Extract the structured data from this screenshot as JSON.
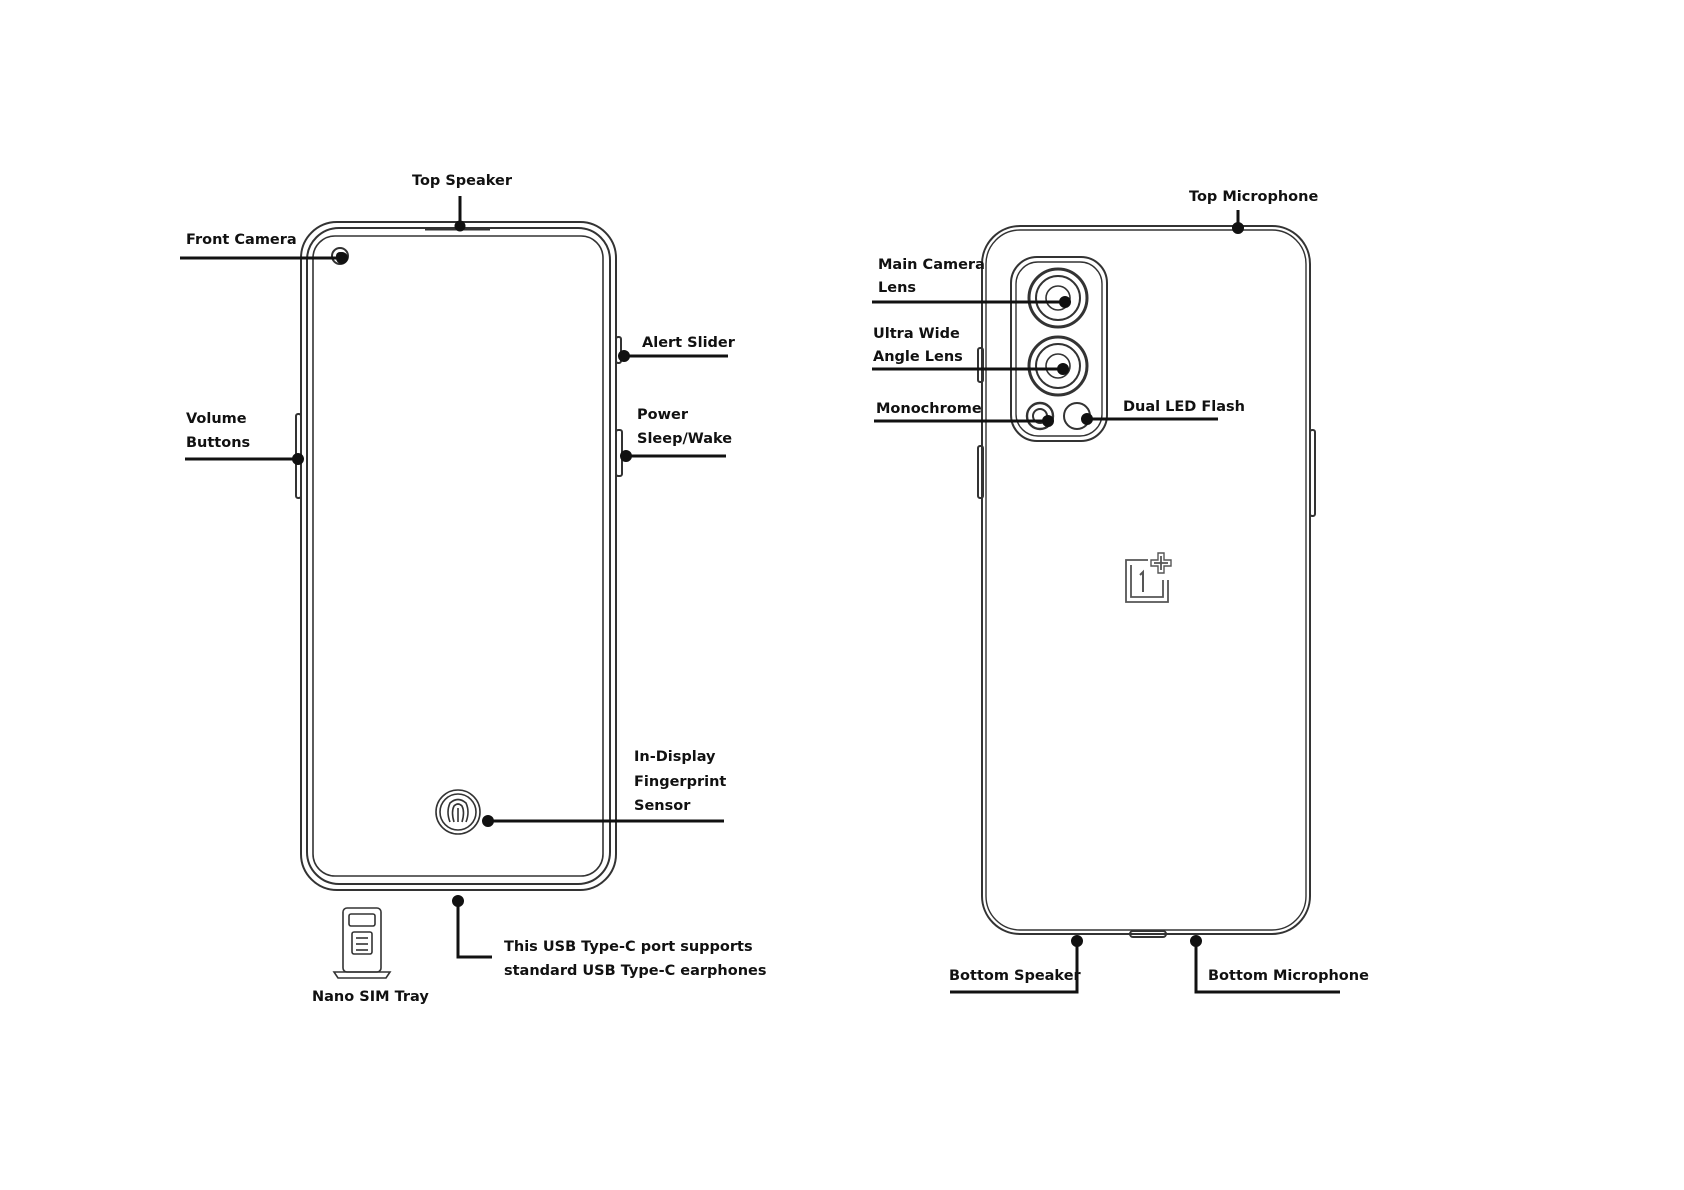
{
  "labels": {
    "top_speaker": "Top Speaker",
    "front_camera": "Front Camera",
    "alert_slider": "Alert Slider",
    "volume_buttons": [
      "Volume",
      "Buttons"
    ],
    "power_sleep_wake": [
      "Power",
      "Sleep/Wake"
    ],
    "in_display_fingerprint_sensor": [
      "In-Display",
      "Fingerprint",
      "Sensor"
    ],
    "nano_sim_tray": "Nano SIM Tray",
    "usb_type_c_note": [
      "This USB Type-C port supports",
      "standard USB Type-C earphones"
    ],
    "top_microphone": "Top Microphone",
    "main_camera_lens": [
      "Main Camera",
      "Lens"
    ],
    "ultra_wide_angle_lens": [
      "Ultra Wide",
      "Angle Lens"
    ],
    "monochrome": "Monochrome",
    "dual_led_flash": "Dual LED Flash",
    "bottom_speaker": "Bottom Speaker",
    "bottom_microphone": "Bottom Microphone"
  },
  "colors": {
    "line": "#111111",
    "outline": "#333333",
    "background": "#ffffff"
  },
  "icons": {
    "brand_logo": "oneplus-logo-icon",
    "fingerprint": "fingerprint-icon",
    "sim_tray": "sim-tray-icon"
  }
}
